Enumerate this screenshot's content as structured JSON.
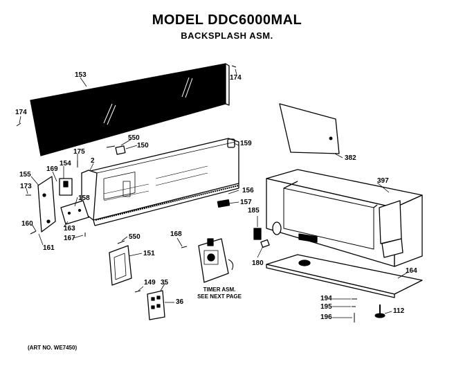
{
  "header": {
    "title": "MODEL DDC6000MAL",
    "subtitle": "BACKSPLASH ASM."
  },
  "footnote": "(ART NO. WE7450)",
  "subassembly_note": {
    "line1": "TIMER ASM.",
    "line2": "SEE NEXT PAGE"
  },
  "labels": {
    "p153": "153",
    "p174a": "174",
    "p174b": "174",
    "p550a": "550",
    "p150": "150",
    "p159": "159",
    "p382": "382",
    "p397": "397",
    "p175": "175",
    "p2": "2",
    "p155": "155",
    "p169": "169",
    "p154": "154",
    "p173": "173",
    "p156": "156",
    "p157": "157",
    "p158": "158",
    "p160": "160",
    "p163": "163",
    "p167": "167",
    "p161": "161",
    "p185": "185",
    "p550b": "550",
    "p168": "168",
    "p151": "151",
    "p180": "180",
    "p164": "164",
    "p149": "149",
    "p35": "35",
    "p36": "36",
    "p194": "194",
    "p195": "195",
    "p196": "196",
    "p112": "112"
  }
}
